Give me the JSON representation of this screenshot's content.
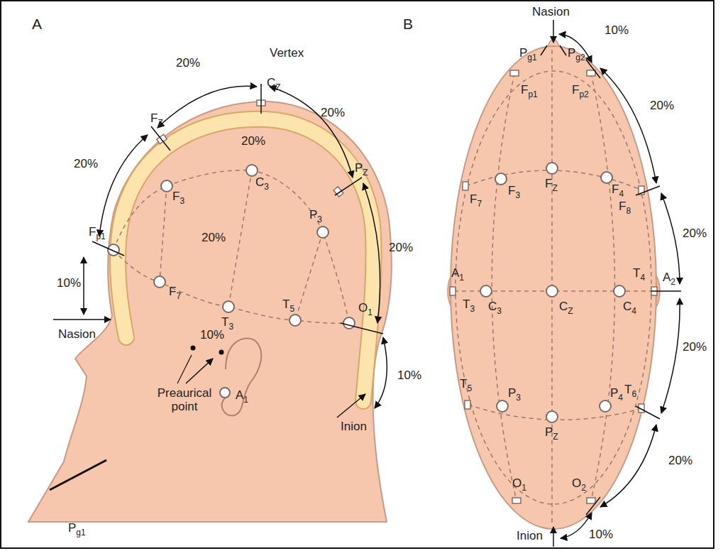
{
  "diagram": {
    "labels": [
      "A",
      "20%",
      "Vertex",
      "20%",
      "20%",
      "FZ",
      "CZ",
      "20%",
      "F3",
      "C3",
      "Fp1",
      "20%",
      "P3",
      "PZ",
      "20%",
      "10%",
      "F7",
      "T3",
      "T5",
      "O1",
      "Nasion",
      "10%",
      "Preaurical point",
      "A1",
      "10%",
      "Inion",
      "Pg1",
      "B",
      "Nasion",
      "Pg1",
      "Pg2",
      "10%",
      "Fp1",
      "Fp2",
      "20%",
      "F7",
      "F3",
      "FZ",
      "F4",
      "F8",
      "20%",
      "A1",
      "T3",
      "C3",
      "CZ",
      "C4",
      "T4",
      "A2",
      "20%",
      "T5",
      "P3",
      "PZ",
      "P4",
      "T6",
      "20%",
      "O1",
      "O2",
      "Inion",
      "10%"
    ]
  }
}
